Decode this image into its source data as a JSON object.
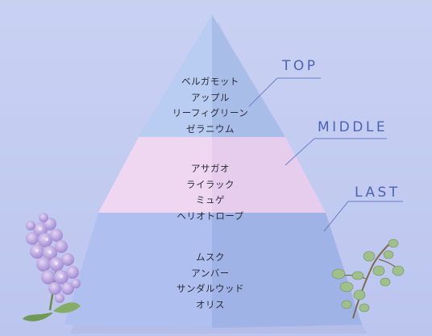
{
  "colors": {
    "background": "#c3cbef",
    "tier_top": "#b8caf0",
    "tier_middle": "#ecd4f0",
    "tier_last": "#a9b9ea",
    "label": "#4b63b3"
  },
  "tiers": [
    {
      "label": "TOP",
      "notes": [
        "ベルガモット",
        "アップル",
        "リーフィグリーン",
        "ゼラニウム"
      ]
    },
    {
      "label": "MIDDLE",
      "notes": [
        "アサガオ",
        "ライラック",
        "ミュゲ",
        "ヘリオトロープ"
      ]
    },
    {
      "label": "LAST",
      "notes": [
        "ムスク",
        "アンバー",
        "サンダルウッド",
        "オリス"
      ]
    }
  ],
  "decorations": [
    "lilac-flower-icon",
    "eucalyptus-sprig-icon"
  ]
}
